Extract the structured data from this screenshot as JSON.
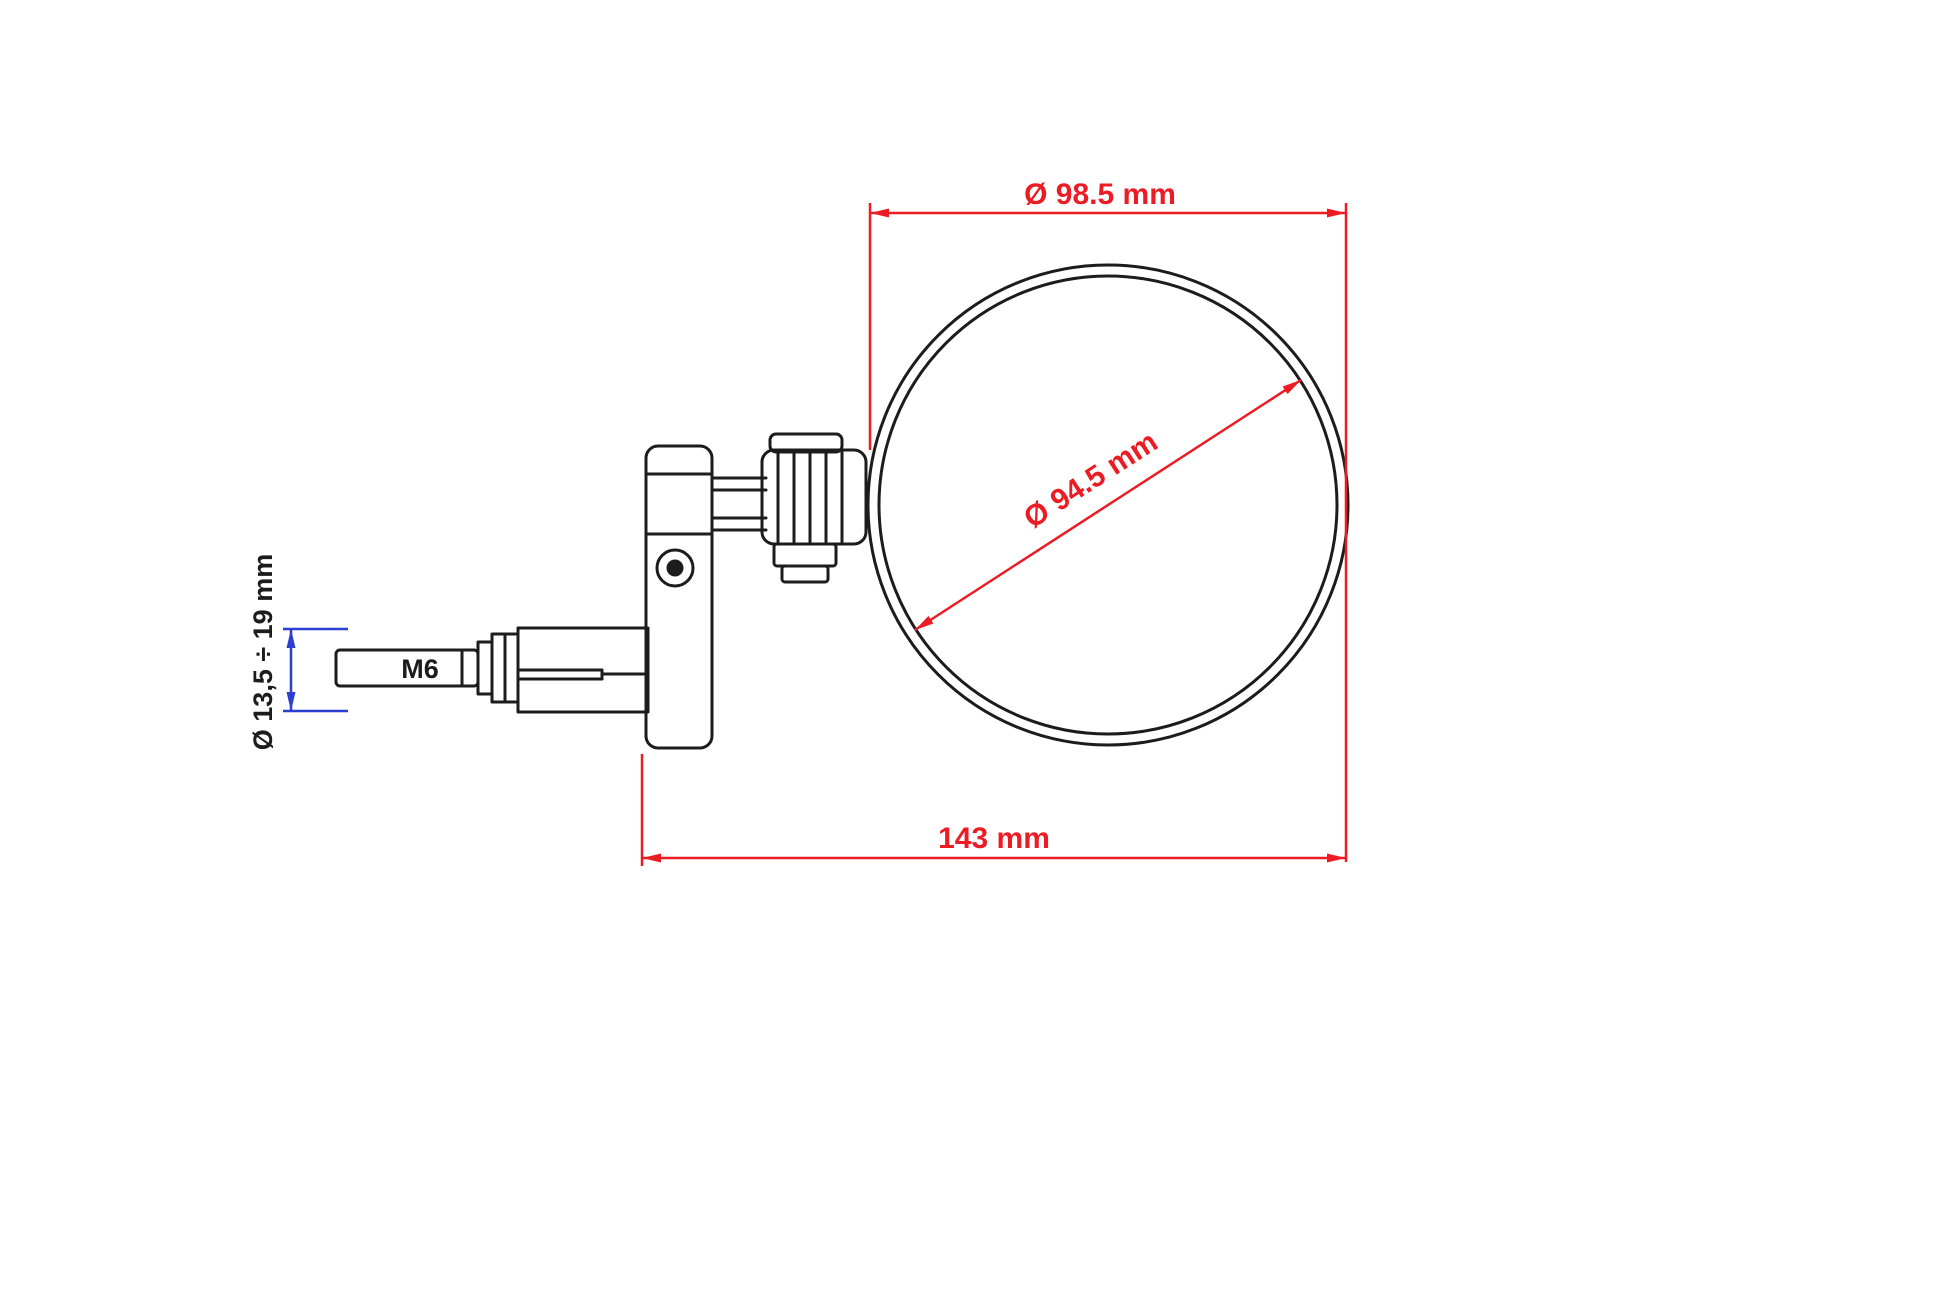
{
  "drawing": {
    "labels": {
      "outer_diameter": "Ø 98.5 mm",
      "mirror_glass_diameter": "Ø 94.5 mm",
      "overall_length": "143 mm",
      "clamp_diameter_range": "Ø 13,5 ÷ 19 mm",
      "bolt_thread": "M6"
    },
    "colors": {
      "dimension_red": "#ec1c24",
      "dimension_blue": "#2b3fd0",
      "outline_black": "#1c1c1c",
      "background": "#ffffff"
    }
  }
}
